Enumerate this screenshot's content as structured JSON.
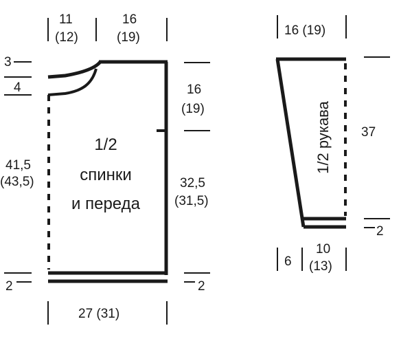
{
  "body_piece": {
    "top_left_width": "11",
    "top_left_width_alt": "(12)",
    "top_right_width": "16",
    "top_right_width_alt": "(19)",
    "neck_depth_upper": "3",
    "neck_depth_lower": "4",
    "left_height": "41,5",
    "left_height_alt": "(43,5)",
    "armhole_height": "16",
    "armhole_height_alt": "(19)",
    "side_height": "32,5",
    "side_height_alt": "(31,5)",
    "hem_left": "2",
    "hem_right": "2",
    "bottom_width": "27 (31)",
    "title_line1": "1/2",
    "title_line2": "спинки",
    "title_line3": "и переда"
  },
  "sleeve": {
    "top_width": "16 (19)",
    "length": "37",
    "hem": "2",
    "cuff_left": "6",
    "cuff_width": "10",
    "cuff_width_alt": "(13)",
    "title": "1/2 рукава"
  }
}
